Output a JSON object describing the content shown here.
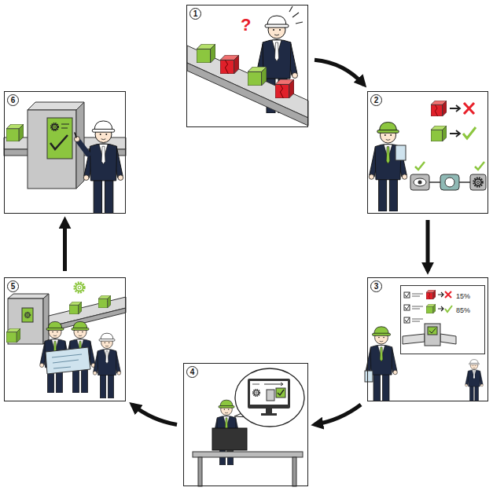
{
  "diagram": {
    "nodes": [
      {
        "text": [
          "1"
        ]
      },
      {
        "text": [
          "2"
        ]
      },
      {
        "text": [
          "3"
        ]
      },
      {
        "text": [
          "4"
        ]
      },
      {
        "text": [
          "5"
        ]
      },
      {
        "text": [
          "6"
        ]
      },
      {
        "text": [
          "15%",
          "85%"
        ],
        "in": 2
      }
    ],
    "edges": [
      {
        "from": 0,
        "to": 1,
        "arrow": "to"
      },
      {
        "from": 1,
        "to": 2,
        "arrow": "to"
      },
      {
        "from": 2,
        "to": 3,
        "arrow": "to"
      },
      {
        "from": 3,
        "to": 4,
        "arrow": "to"
      },
      {
        "from": 4,
        "to": 5,
        "arrow": "to"
      }
    ],
    "labels": [
      "?"
    ]
  }
}
